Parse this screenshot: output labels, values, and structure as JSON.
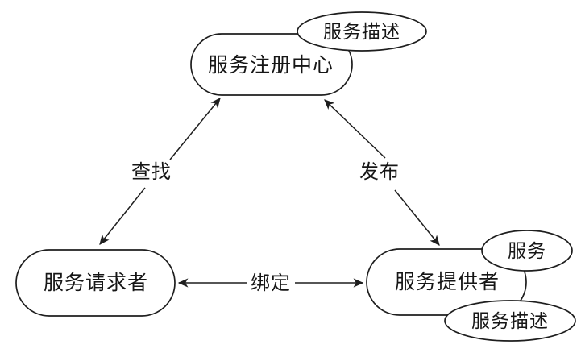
{
  "diagram": {
    "title": "SOA service triangle",
    "colors": {
      "background": "#ffffff",
      "stroke": "#1e1e1e",
      "text": "#161616"
    },
    "nodes": {
      "registry": {
        "label": "服务注册中心",
        "shape": "stadium"
      },
      "requester": {
        "label": "服务请求者",
        "shape": "stadium"
      },
      "provider": {
        "label": "服务提供者",
        "shape": "stadium"
      },
      "registry_description": {
        "label": "服务描述",
        "shape": "ellipse"
      },
      "provider_service": {
        "label": "服务",
        "shape": "ellipse"
      },
      "provider_description": {
        "label": "服务描述",
        "shape": "ellipse"
      }
    },
    "edges": {
      "find": {
        "label": "查找",
        "from": "requester",
        "to": "registry",
        "arrows": "both"
      },
      "publish": {
        "label": "发布",
        "from": "provider",
        "to": "registry",
        "arrows": "both"
      },
      "bind": {
        "label": "绑定",
        "from": "requester",
        "to": "provider",
        "arrows": "both"
      }
    }
  }
}
